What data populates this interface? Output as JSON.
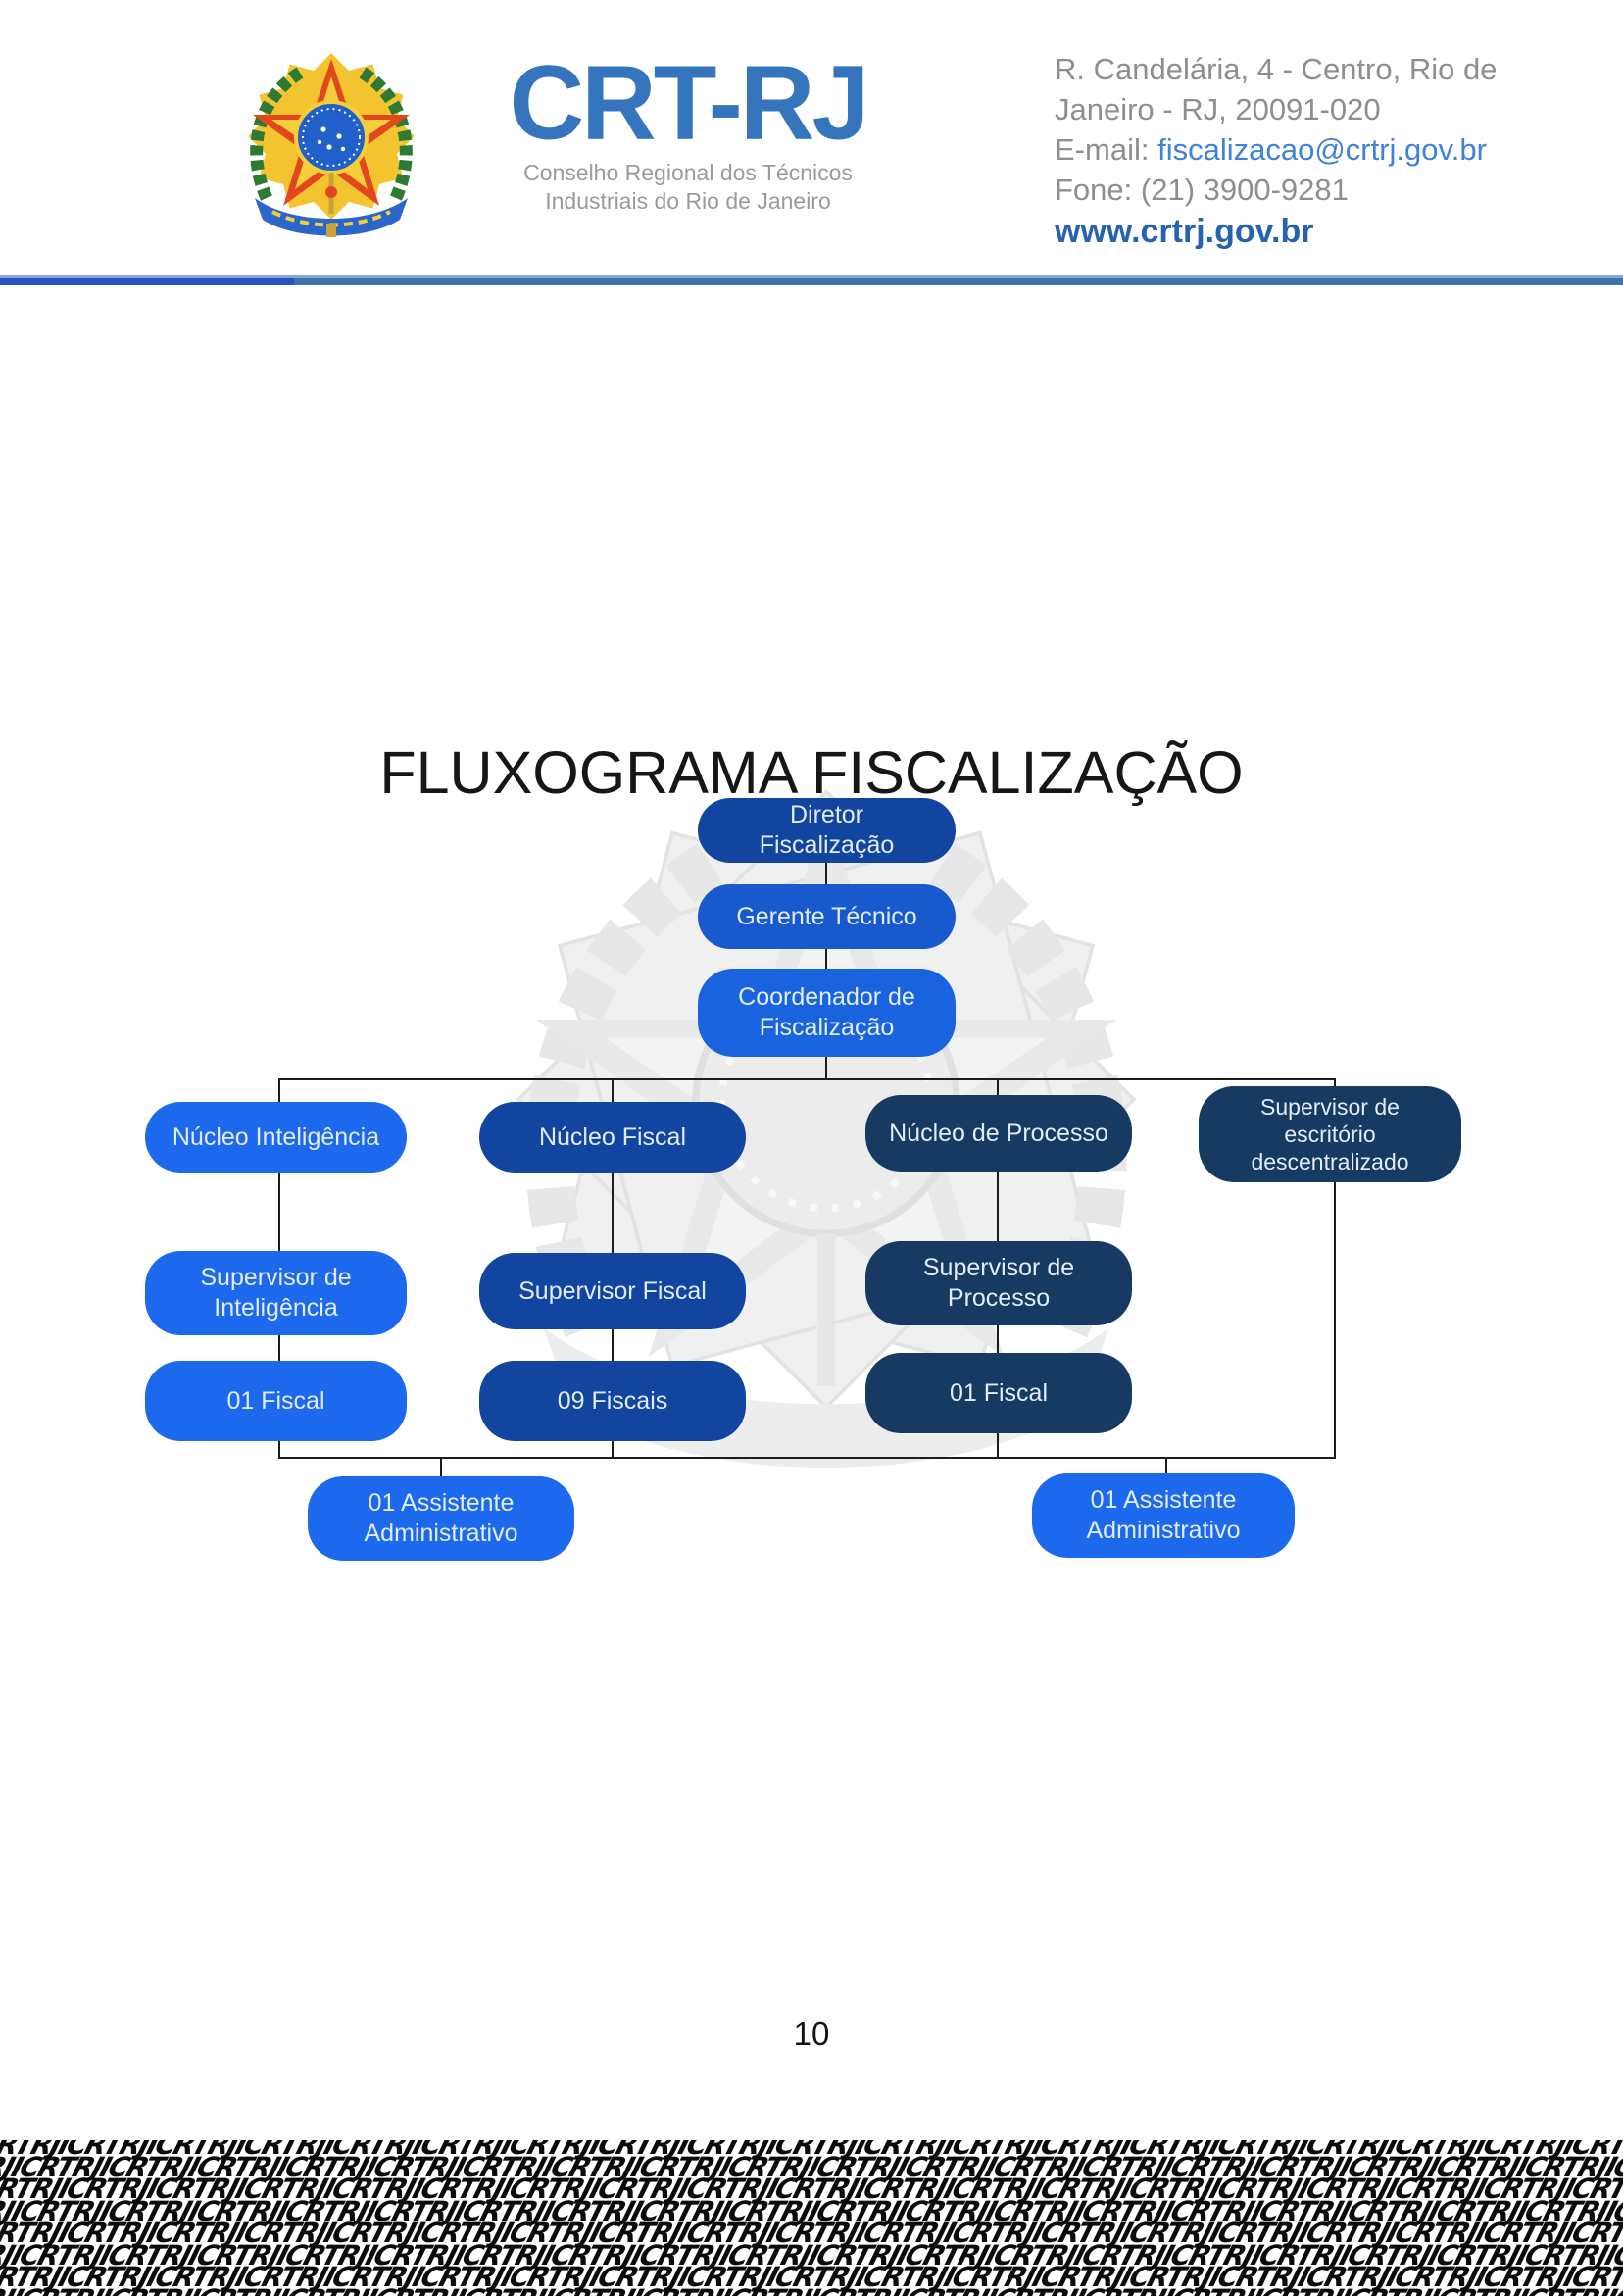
{
  "header": {
    "logo": {
      "acronym": "CRT-RJ",
      "subtitle_line1": "Conselho Regional dos Técnicos",
      "subtitle_line2": "Industriais do Rio de Janeiro"
    },
    "contact": {
      "address_line1": "R. Candelária, 4 - Centro, Rio de",
      "address_line2": "Janeiro - RJ, 20091-020",
      "email_label": "E-mail: ",
      "email": "fiscalizacao@crtrj.gov.br",
      "phone": "Fone: (21) 3900-9281",
      "website": "www.crtrj.gov.br"
    }
  },
  "document": {
    "title": "FLUXOGRAMA FISCALIZAÇÃO",
    "page_number": "10"
  },
  "org_chart": {
    "nodes": {
      "diretor": "Diretor Fiscalização",
      "gerente": "Gerente Técnico",
      "coordenador": "Coordenador de Fiscalização",
      "nucleo_inteligencia": "Núcleo Inteligência",
      "nucleo_fiscal": "Núcleo Fiscal",
      "nucleo_processo": "Núcleo de Processo",
      "supervisor_escritorio": "Supervisor de escritório descentralizado",
      "supervisor_inteligencia": "Supervisor de Inteligência",
      "supervisor_fiscal": "Supervisor Fiscal",
      "supervisor_processo": "Supervisor de Processo",
      "fiscal_inteligencia": "01 Fiscal",
      "fiscais_campo": "09 Fiscais",
      "fiscal_processo": "01 Fiscal",
      "assistente_esquerda": "01 Assistente Administrativo",
      "assistente_direita": "01 Assistente Administrativo"
    }
  },
  "colors": {
    "bright_blue": "#1c69ee",
    "royal_blue": "#11459f",
    "medium_blue": "#1859cd",
    "vivid_blue": "#1a63de",
    "navy_blue": "#163a61",
    "header_brand_blue": "#3575bd",
    "link_blue": "#3f82d6",
    "website_blue": "#2563ae",
    "divider_blue": "#3e74ad",
    "divider_accent": "#2b50c5"
  },
  "footer": {
    "pattern_unit": "ICRTRJ",
    "rows": 8,
    "reps": 24
  }
}
